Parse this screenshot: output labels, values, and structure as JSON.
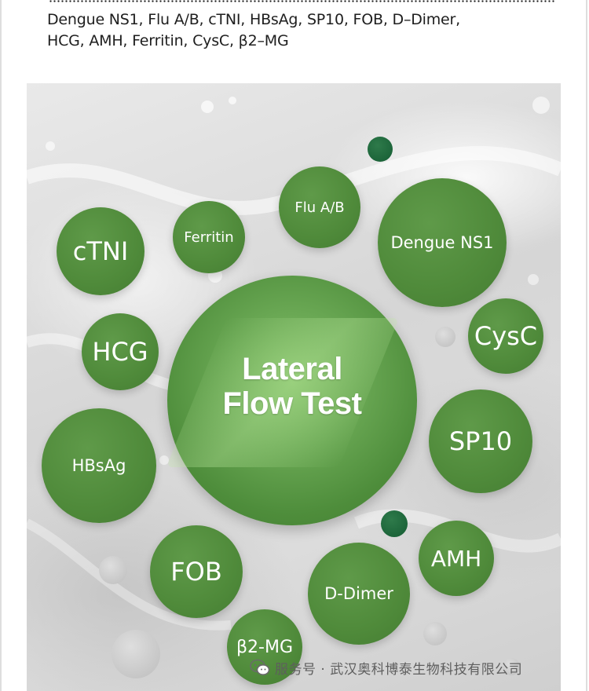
{
  "intro": {
    "line1": "Dengue NS1, Flu A/B, cTNI, HBsAg, SP10, FOB, D–Dimer,",
    "line2": "HCG, AMH, Ferritin, CysC, β2–MG"
  },
  "center": {
    "line1": "Lateral",
    "line2": "Flow Test"
  },
  "bubbles": {
    "ctni": "cTNI",
    "ferritin": "Ferritin",
    "flu": "Flu A/B",
    "dengue": "Dengue NS1",
    "cysc": "CysC",
    "hcg": "HCG",
    "sp10": "SP10",
    "hbsag": "HBsAg",
    "amh": "AMH",
    "fob": "FOB",
    "ddimer": "D-Dimer",
    "b2mg": "β2-MG"
  },
  "watermark": {
    "text": "服务号 · 武汉奥科博泰生物科技有限公司",
    "icon": "wechat-icon"
  },
  "colors": {
    "bubble_green": "#4f8a3a",
    "center_green": "#6aa854",
    "dark_dot": "#155c33"
  }
}
